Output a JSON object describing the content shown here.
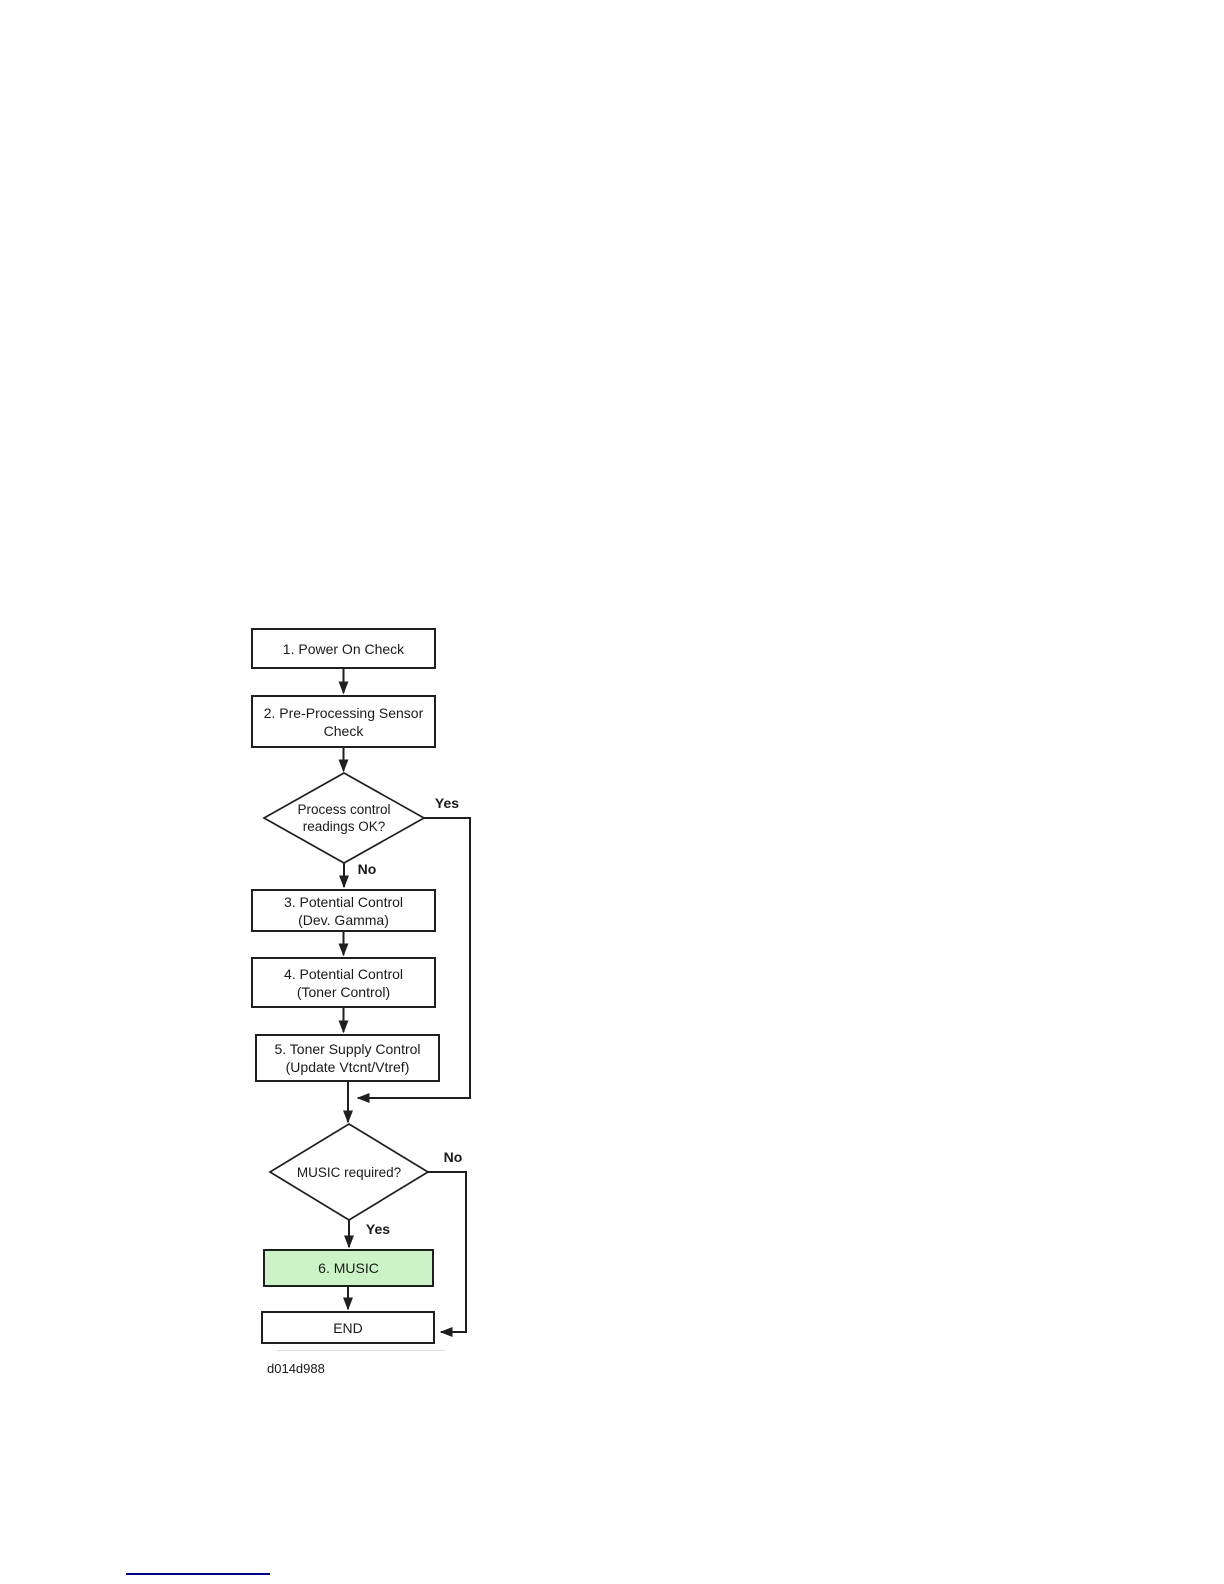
{
  "colors": {
    "green_fill": "#ccf3c7",
    "footer_rule": "#00008b",
    "line_color": "#1f1f1f"
  },
  "diagram": {
    "caption": "d014d988",
    "nodes": [
      {
        "id": "power-on-check",
        "type": "process",
        "lines": [
          "1. Power On Check"
        ]
      },
      {
        "id": "pre-processing-sensor-check",
        "type": "process",
        "lines": [
          "2. Pre-Processing Sensor",
          "Check"
        ]
      },
      {
        "id": "process-control-readings-ok",
        "type": "decision",
        "lines": [
          "Process control",
          "readings OK?"
        ]
      },
      {
        "id": "potential-control-dev-gamma",
        "type": "process",
        "lines": [
          "3. Potential Control",
          "(Dev. Gamma)"
        ]
      },
      {
        "id": "potential-control-toner",
        "type": "process",
        "lines": [
          "4. Potential Control",
          "(Toner Control)"
        ]
      },
      {
        "id": "toner-supply-control",
        "type": "process",
        "lines": [
          "5. Toner Supply Control",
          "(Update Vtcnt/Vtref)"
        ]
      },
      {
        "id": "music-required",
        "type": "decision",
        "lines": [
          "MUSIC required?"
        ]
      },
      {
        "id": "music",
        "type": "process-highlighted",
        "lines": [
          "6. MUSIC"
        ]
      },
      {
        "id": "end",
        "type": "terminator",
        "lines": [
          "END"
        ]
      }
    ],
    "edge_labels": {
      "yes_top": "Yes",
      "no_top": "No",
      "no_bottom": "No",
      "yes_bottom": "Yes"
    }
  }
}
